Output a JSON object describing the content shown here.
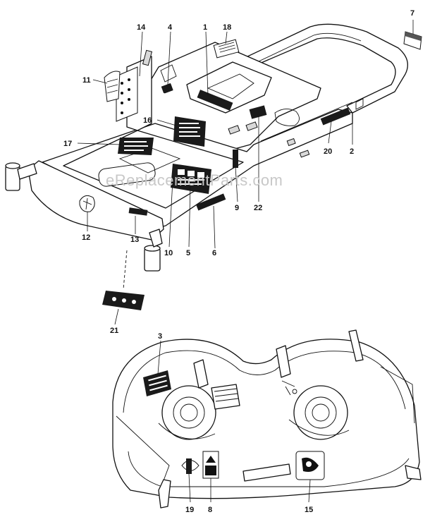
{
  "watermark": "eReplacementParts.com",
  "callouts": [
    {
      "id": "c1",
      "text": "1"
    },
    {
      "id": "c2",
      "text": "2"
    },
    {
      "id": "c3",
      "text": "3"
    },
    {
      "id": "c4",
      "text": "4"
    },
    {
      "id": "c5",
      "text": "5"
    },
    {
      "id": "c6",
      "text": "6"
    },
    {
      "id": "c7",
      "text": "7"
    },
    {
      "id": "c8",
      "text": "8"
    },
    {
      "id": "c9",
      "text": "9"
    },
    {
      "id": "c10",
      "text": "10"
    },
    {
      "id": "c11",
      "text": "11"
    },
    {
      "id": "c12",
      "text": "12"
    },
    {
      "id": "c13",
      "text": "13"
    },
    {
      "id": "c14",
      "text": "14"
    },
    {
      "id": "c15",
      "text": "15"
    },
    {
      "id": "c16",
      "text": "16"
    },
    {
      "id": "c17",
      "text": "17"
    },
    {
      "id": "c18",
      "text": "18"
    },
    {
      "id": "c19",
      "text": "19"
    },
    {
      "id": "c20",
      "text": "20"
    },
    {
      "id": "c21",
      "text": "21"
    },
    {
      "id": "c22",
      "text": "22"
    }
  ]
}
